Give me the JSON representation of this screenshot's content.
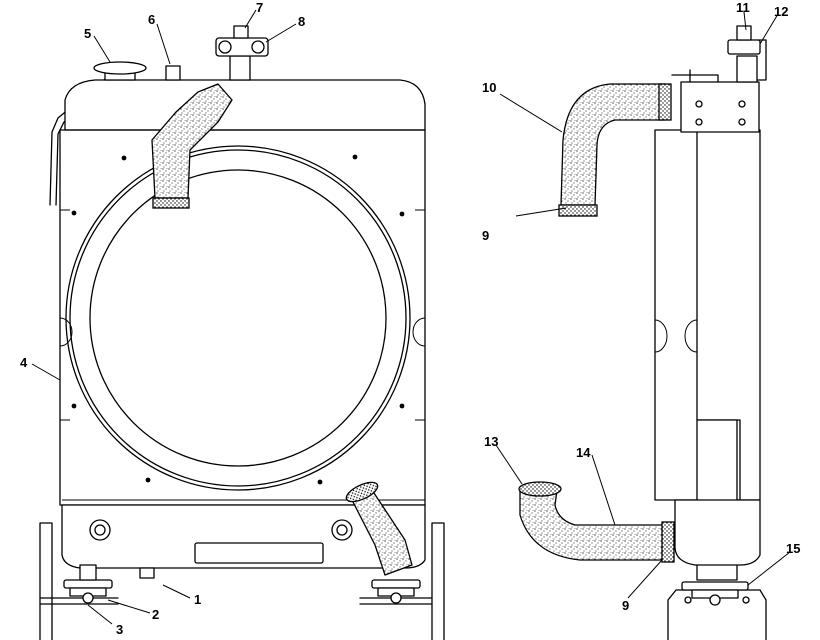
{
  "callouts": [
    "1",
    "2",
    "3",
    "4",
    "5",
    "6",
    "7",
    "8",
    "9",
    "9",
    "10",
    "11",
    "12",
    "13",
    "14",
    "15"
  ]
}
